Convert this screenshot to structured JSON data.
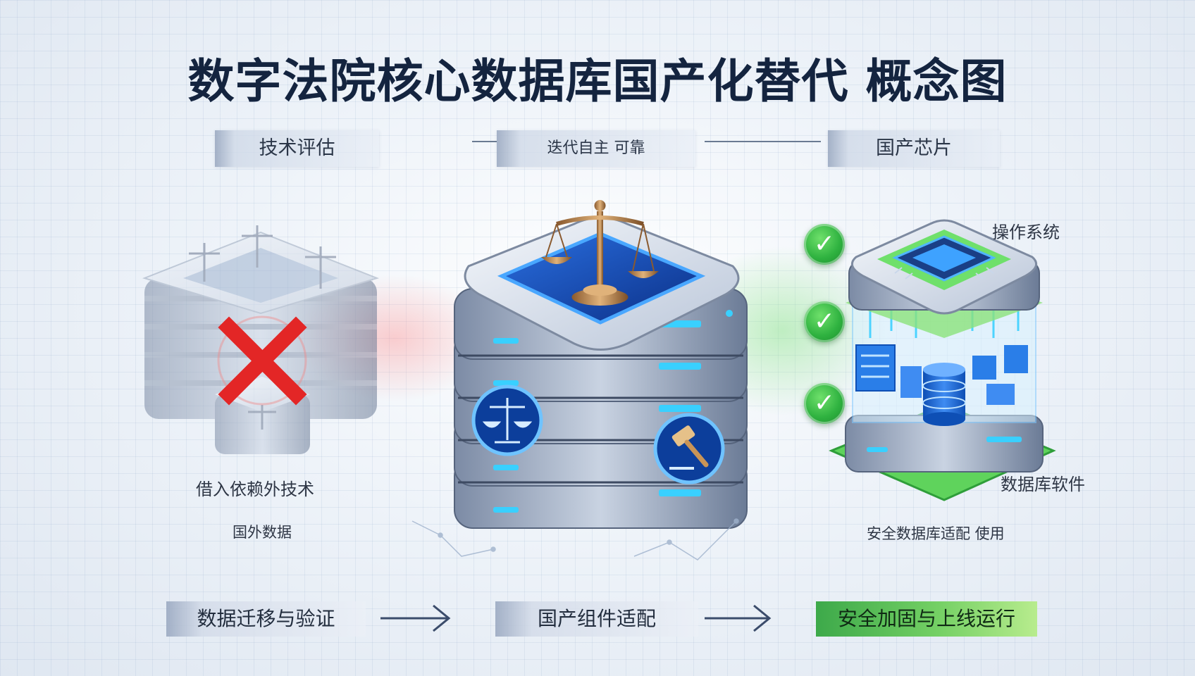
{
  "title": "数字法院核心数据库国产化替代 概念图",
  "top_tags": [
    {
      "label": "技术评估"
    },
    {
      "label": "迭代自主 可靠"
    },
    {
      "label": "国产芯片"
    }
  ],
  "left_panel": {
    "label_main": "借入依赖外技术",
    "label_sub": "国外数据"
  },
  "right_panel": {
    "label_os": "操作系统",
    "label_db": "数据库软件",
    "label_bottom": "安全数据库适配 使用"
  },
  "bottom_steps": [
    {
      "label": "数据迁移与验证"
    },
    {
      "label": "国产组件适配"
    },
    {
      "label": "安全加固与上线运行"
    }
  ],
  "icons": {
    "reject": "cross-icon",
    "approve": "checkmark-icon",
    "justice": "scales-of-justice-icon",
    "gavel": "gavel-icon",
    "chip": "chip-icon",
    "database": "database-icon",
    "arrow": "arrow-right-icon"
  },
  "colors": {
    "accent_blue": "#1f5fd6",
    "success_green": "#34b24a",
    "reject_red": "#e32626",
    "title_navy": "#14243f"
  }
}
